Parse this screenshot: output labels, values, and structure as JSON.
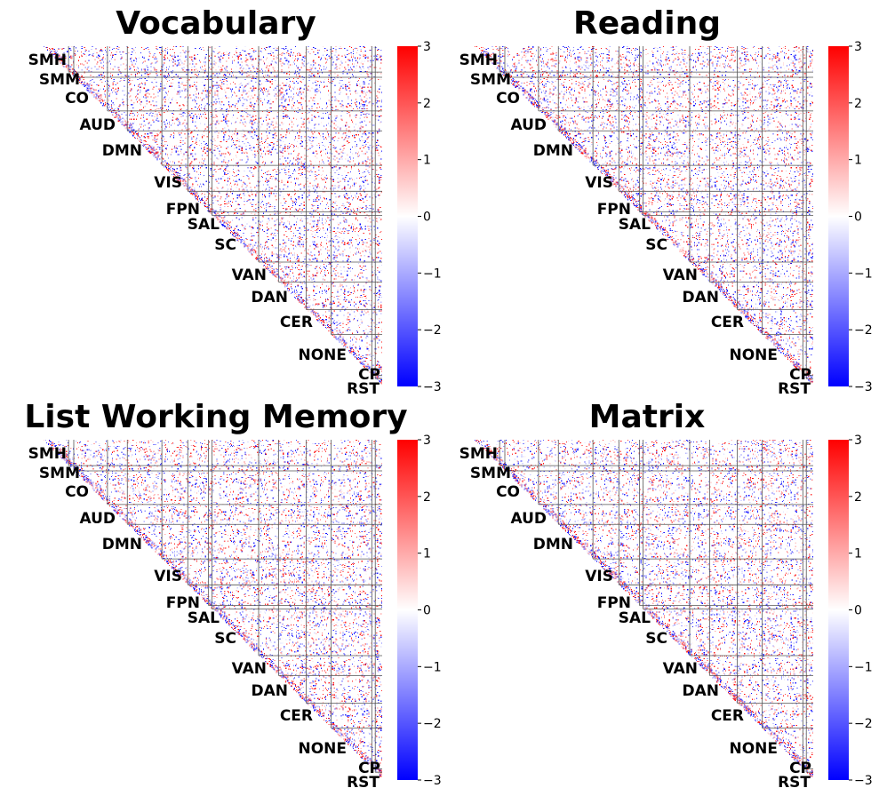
{
  "chart_data": [
    {
      "type": "heatmap",
      "title": "Vocabulary",
      "networks": [
        "SMH",
        "SMM",
        "CO",
        "AUD",
        "DMN",
        "VIS",
        "FPN",
        "SAL",
        "SC",
        "VAN",
        "DAN",
        "CER",
        "NONE",
        "CP",
        "RST"
      ],
      "network_sizes": [
        30,
        6,
        39,
        23,
        40,
        30,
        24,
        4,
        54,
        23,
        32,
        29,
        47,
        4,
        8
      ],
      "triangle": "upper",
      "colorbar": {
        "ticks": [
          "−3",
          "−2",
          "−1",
          "0",
          "1",
          "2",
          "3"
        ],
        "range": [
          -3,
          3
        ],
        "colormap": "bwr"
      },
      "colors": {
        "negative": "#0000ff",
        "zero": "#ffffff",
        "positive": "#ff0000"
      }
    },
    {
      "type": "heatmap",
      "title": "Reading",
      "networks": [
        "SMH",
        "SMM",
        "CO",
        "AUD",
        "DMN",
        "VIS",
        "FPN",
        "SAL",
        "SC",
        "VAN",
        "DAN",
        "CER",
        "NONE",
        "CP",
        "RST"
      ],
      "network_sizes": [
        30,
        6,
        39,
        23,
        40,
        30,
        24,
        4,
        54,
        23,
        32,
        29,
        47,
        4,
        8
      ],
      "triangle": "upper",
      "colorbar": {
        "ticks": [
          "−3",
          "−2",
          "−1",
          "0",
          "1",
          "2",
          "3"
        ],
        "range": [
          -3,
          3
        ],
        "colormap": "bwr"
      },
      "colors": {
        "negative": "#0000ff",
        "zero": "#ffffff",
        "positive": "#ff0000"
      }
    },
    {
      "type": "heatmap",
      "title": "List Working Memory",
      "networks": [
        "SMH",
        "SMM",
        "CO",
        "AUD",
        "DMN",
        "VIS",
        "FPN",
        "SAL",
        "SC",
        "VAN",
        "DAN",
        "CER",
        "NONE",
        "CP",
        "RST"
      ],
      "network_sizes": [
        30,
        6,
        39,
        23,
        40,
        30,
        24,
        4,
        54,
        23,
        32,
        29,
        47,
        4,
        8
      ],
      "triangle": "upper",
      "colorbar": {
        "ticks": [
          "−3",
          "−2",
          "−1",
          "0",
          "1",
          "2",
          "3"
        ],
        "range": [
          -3,
          3
        ],
        "colormap": "bwr"
      },
      "colors": {
        "negative": "#0000ff",
        "zero": "#ffffff",
        "positive": "#ff0000"
      }
    },
    {
      "type": "heatmap",
      "title": "Matrix",
      "networks": [
        "SMH",
        "SMM",
        "CO",
        "AUD",
        "DMN",
        "VIS",
        "FPN",
        "SAL",
        "SC",
        "VAN",
        "DAN",
        "CER",
        "NONE",
        "CP",
        "RST"
      ],
      "network_sizes": [
        30,
        6,
        39,
        23,
        40,
        30,
        24,
        4,
        54,
        23,
        32,
        29,
        47,
        4,
        8
      ],
      "triangle": "upper",
      "colorbar": {
        "ticks": [
          "−3",
          "−2",
          "−1",
          "0",
          "1",
          "2",
          "3"
        ],
        "range": [
          -3,
          3
        ],
        "colormap": "bwr"
      },
      "colors": {
        "negative": "#0000ff",
        "zero": "#ffffff",
        "positive": "#ff0000"
      }
    }
  ]
}
